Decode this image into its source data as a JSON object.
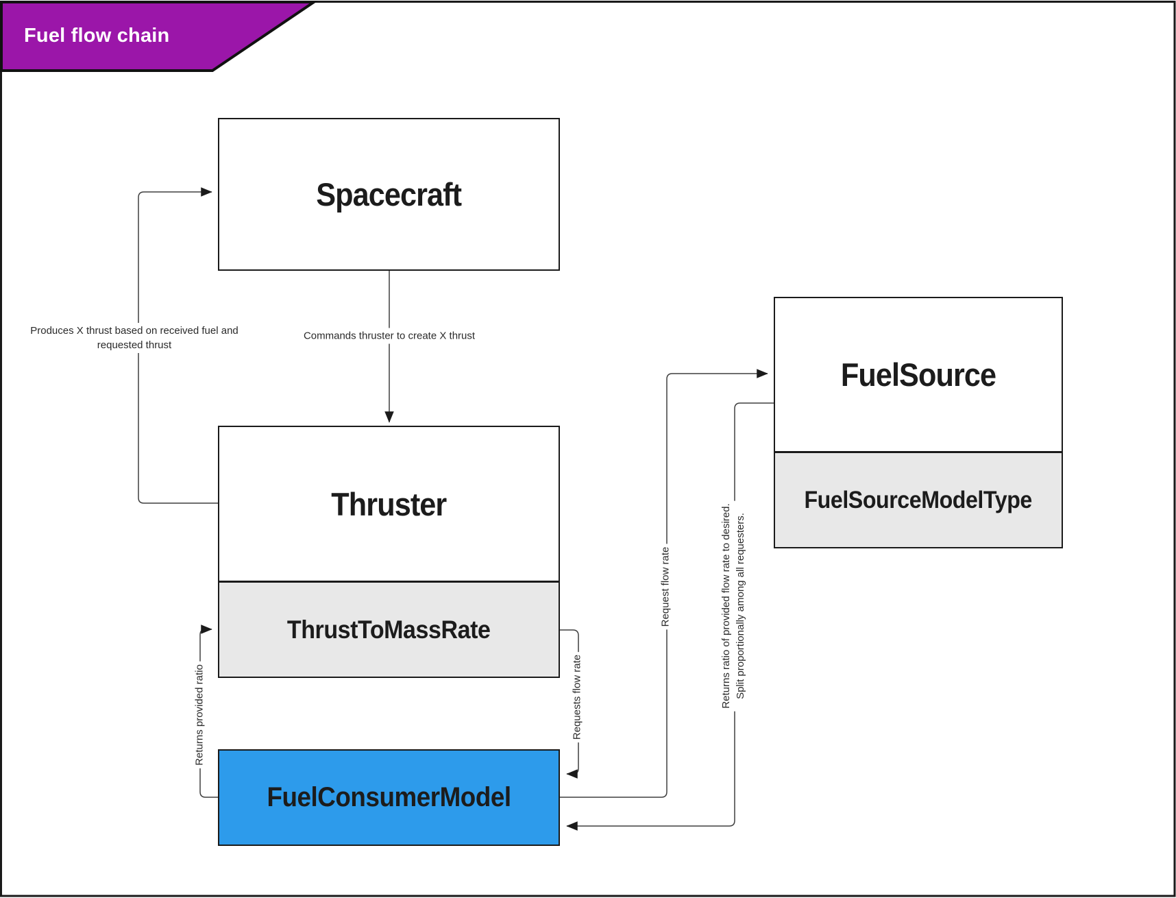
{
  "frame": {
    "title": "Fuel flow chain"
  },
  "colors": {
    "canvas_bg": "#FFFFFF",
    "accent_purple": "#9B16A9",
    "node_blue": "#2D9BEB",
    "node_gray": "#E8E8E8",
    "node_border": "#1A1A1A",
    "edge_line": "#3F3F3F"
  },
  "nodes": {
    "spacecraft": {
      "label": "Spacecraft"
    },
    "thruster": {
      "label": "Thruster",
      "sub_label": "ThrustToMassRate"
    },
    "fuel_consumer_model": {
      "label": "FuelConsumerModel"
    },
    "fuel_source": {
      "label": "FuelSource",
      "sub_label": "FuelSourceModelType"
    }
  },
  "edges": {
    "commands": {
      "from": "Spacecraft",
      "to": "Thruster",
      "label": "Commands thruster to create X thrust"
    },
    "produces": {
      "from": "Thruster",
      "to": "Spacecraft",
      "line1": "Produces X thrust based on received fuel and",
      "line2": "requested thrust"
    },
    "returns_provided_ratio": {
      "from": "FuelConsumerModel",
      "to": "ThrustToMassRate",
      "label": "Returns provided ratio"
    },
    "requests_flow_rate": {
      "from": "ThrustToMassRate",
      "to": "FuelConsumerModel",
      "label": "Requests flow rate"
    },
    "request_flow_rate": {
      "from": "FuelConsumerModel",
      "to": "FuelSource",
      "label": "Request flow rate"
    },
    "returns_split": {
      "from": "FuelSource",
      "to": "FuelConsumerModel",
      "line1": "Returns ratio of provided flow rate to desired.",
      "line2": "Split proportionally among all requesters."
    }
  }
}
